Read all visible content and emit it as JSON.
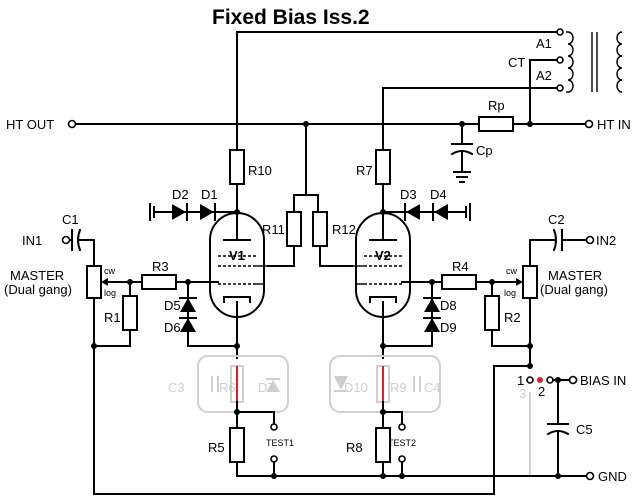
{
  "title": "Fixed Bias Iss.2",
  "terminals": {
    "ht_out": "HT OUT",
    "ht_in": "HT IN",
    "in1": "IN1",
    "in2": "IN2",
    "bias_in": "BIAS IN",
    "gnd": "GND",
    "ct": "CT",
    "a1": "A1",
    "a2": "A2"
  },
  "controls": {
    "master_left": "MASTER",
    "master_right": "MASTER",
    "dual_gang_left": "(Dual gang)",
    "dual_gang_right": "(Dual gang)",
    "cw_left": "cw",
    "log_left": "log",
    "cw_right": "cw",
    "log_right": "log"
  },
  "components": {
    "r1": "R1",
    "r2": "R2",
    "r3": "R3",
    "r4": "R4",
    "r5": "R5",
    "r6": "R6",
    "r7": "R7",
    "r8": "R8",
    "r9": "R9",
    "r10": "R10",
    "r11": "R11",
    "r12": "R12",
    "rp": "Rp",
    "c1": "C1",
    "c2": "C2",
    "c3": "C3",
    "c4": "C4",
    "c5": "C5",
    "cp": "Cp",
    "d1": "D1",
    "d2": "D2",
    "d3": "D3",
    "d4": "D4",
    "d5": "D5",
    "d6": "D6",
    "d7": "D7",
    "d8": "D8",
    "d9": "D9",
    "d10": "D10",
    "v1": "V1",
    "v2": "V2"
  },
  "test_points": {
    "test1": "TEST1",
    "test2": "TEST2"
  },
  "jumper": {
    "pin1": "1",
    "pin2": "2",
    "pin3": "3"
  },
  "colors": {
    "wire": "#000000",
    "ghost": "#cfcfcf",
    "jumper_dot": "#e02020"
  }
}
